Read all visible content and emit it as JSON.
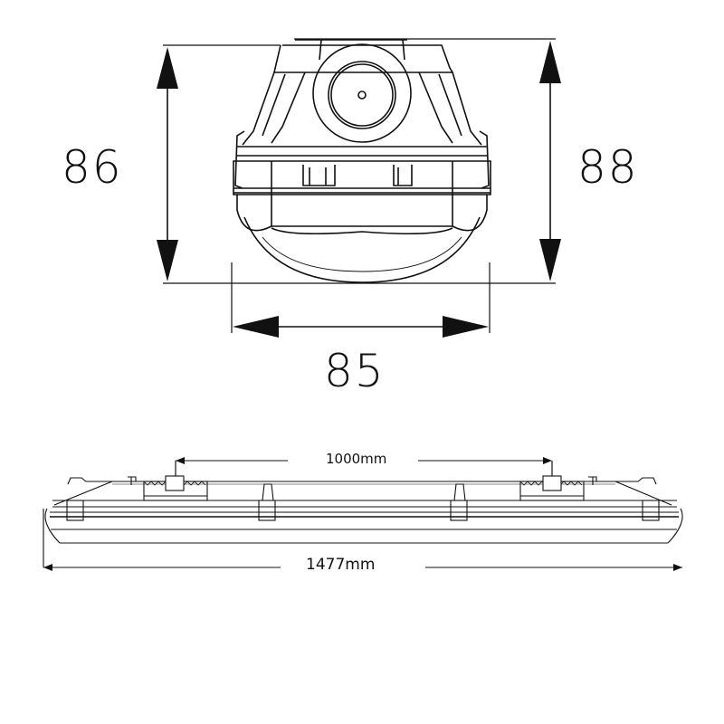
{
  "figure": {
    "title": "",
    "views": [
      {
        "id": "end-view",
        "description": "Cross-section / end view of tri-proof LED batten luminaire",
        "dimensions": {
          "height_left": "86",
          "height_right": "88",
          "width": "85"
        }
      },
      {
        "id": "side-view",
        "description": "Side elevation of luminaire body",
        "dimensions": {
          "mounting_distance": "1000mm",
          "overall_length": "1477mm"
        }
      }
    ],
    "colors": {
      "line": "#111111",
      "background": "#ffffff"
    }
  }
}
